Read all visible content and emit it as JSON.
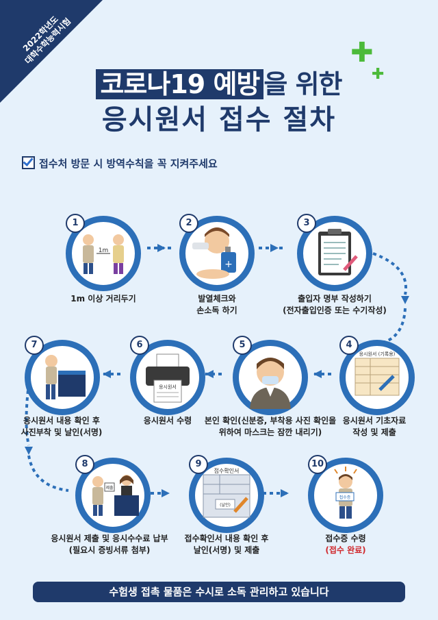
{
  "corner": {
    "line1": "2022학년도",
    "line2": "대학수학능력시험"
  },
  "title": {
    "highlight": "코로나19 예방",
    "rest": "을 위한",
    "line2": "응시원서 접수 절차"
  },
  "notice": "접수처 방문 시 방역수칙을 꼭 지켜주세요",
  "steps": [
    {
      "num": "1",
      "label1": "1m 이상 거리두기",
      "label2": ""
    },
    {
      "num": "2",
      "label1": "발열체크와",
      "label2": "손소독 하기"
    },
    {
      "num": "3",
      "label1": "출입자 명부 작성하기",
      "label2": "(전자출입인증 또는 수기작성)"
    },
    {
      "num": "4",
      "label1": "응시원서 기초자료",
      "label2": "작성 및 제출"
    },
    {
      "num": "5",
      "label1": "본인 확인(신분증, 부착용 사진 확인을",
      "label2": "위하여 마스크는 잠깐 내리기)"
    },
    {
      "num": "6",
      "label1": "응시원서 수령",
      "label2": ""
    },
    {
      "num": "7",
      "label1": "응시원서 내용 확인 후",
      "label2": "사진부착 및 날인(서명)"
    },
    {
      "num": "8",
      "label1": "응시원서 제출 및 응시수수료 납부",
      "label2": "(필요시 증빙서류 첨부)"
    },
    {
      "num": "9",
      "label1": "접수확인서 내용 확인 후",
      "label2": "날인(서명) 및 제출"
    },
    {
      "num": "10",
      "label1": "접수증 수령",
      "label2": "(접수 완료)"
    }
  ],
  "icon_text": {
    "distance": "1m",
    "form4": "응시원서 (기록용)",
    "paper6": "응시원서",
    "sign8": "제출",
    "confirm9": "접수확인서",
    "stamp9": "(날인)",
    "receipt10": "접수증"
  },
  "footer": "수험생 접촉 물품은 수시로 소독 관리하고 있습니다",
  "colors": {
    "navy": "#1f3a6b",
    "ring": "#2c6fb8",
    "green": "#4cba3a",
    "red": "#d0282c",
    "bg": "#e6f1fb"
  }
}
